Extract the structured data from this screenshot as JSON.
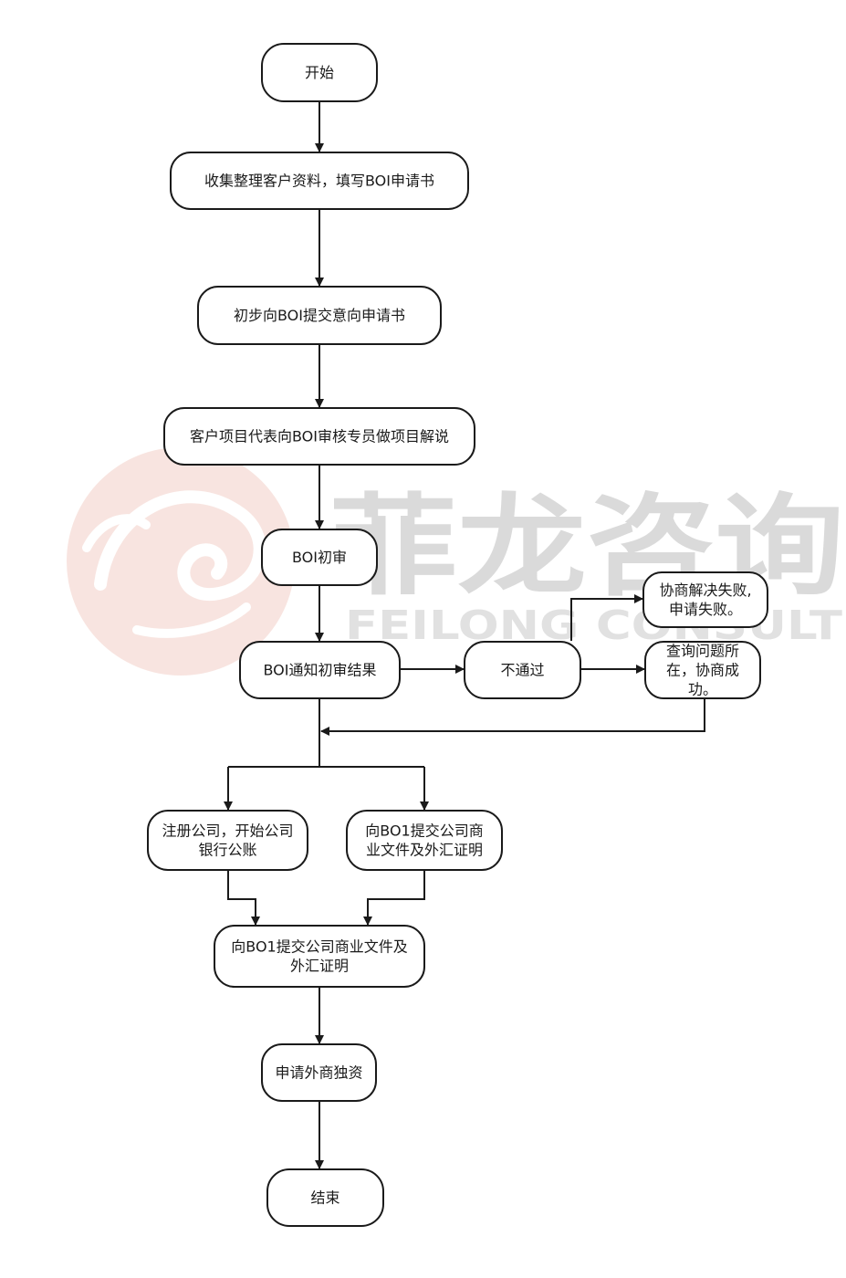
{
  "watermark": {
    "cn": "菲龙咨询",
    "en": "FEILONG CONSULT",
    "logo_color": "#d98c7a",
    "text_color": "#c8c8c8"
  },
  "nodes": {
    "start": [
      "开始"
    ],
    "collect": [
      "收集整理客户资料，填写BOI申请书"
    ],
    "submit_intent": [
      "初步向BOI提交意向申请书"
    ],
    "present": [
      "客户项目代表向BOI审核专员做项目解说"
    ],
    "initial_review": [
      "BOI初审"
    ],
    "notify_result": [
      "BOI通知初审结果"
    ],
    "not_passed": [
      "不通过"
    ],
    "negotiation_failed": [
      "协商解决失败,",
      "申请失败。"
    ],
    "negotiation_success": [
      "查询问题所",
      "在，协商成",
      "功。"
    ],
    "register_company": [
      "注册公司，开始公司",
      "银行公账"
    ],
    "submit_docs_right": [
      "向BO1提交公司商",
      "业文件及外汇证明"
    ],
    "submit_docs": [
      "向BO1提交公司商业文件及",
      "外汇证明"
    ],
    "apply_wfoe": [
      "申请外商独资"
    ],
    "end": [
      "结束"
    ]
  }
}
